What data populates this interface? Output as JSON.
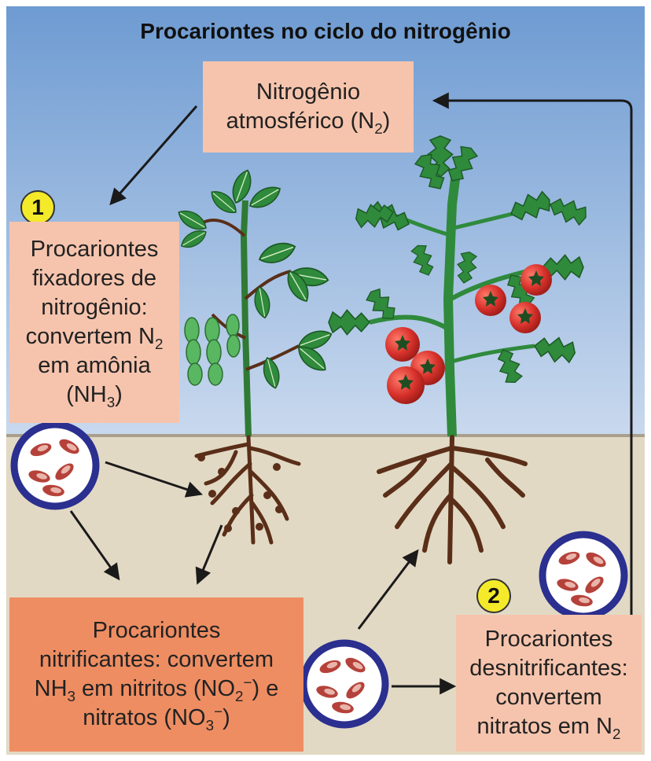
{
  "title": "Procariontes no ciclo do nitrogênio",
  "boxes": {
    "atmospheric": {
      "line1": "Nitrogênio",
      "line2_pre": "atmosférico (N",
      "line2_sub": "2",
      "line2_post": ")"
    },
    "fixers": {
      "line1": "Procariontes",
      "line2": "fixadores de",
      "line3": "nitrogênio:",
      "line4_pre": "convertem N",
      "line4_sub": "2",
      "line5": "em amônia",
      "line6_pre": "(NH",
      "line6_sub": "3",
      "line6_post": ")"
    },
    "nitrifiers": {
      "line1": "Procariontes",
      "line2": "nitrificantes: convertem",
      "line3_a": "NH",
      "line3_sub": "3",
      "line3_b": " em nitritos (NO",
      "line3_sub2": "2",
      "line3_sup2": "−",
      "line3_c": ") e",
      "line4_a": "nitratos (NO",
      "line4_sub": "3",
      "line4_sup": "−",
      "line4_b": ")"
    },
    "denitrifiers": {
      "line1": "Procariontes",
      "line2": "desnitrificantes:",
      "line3": "convertem",
      "line4_pre": "nitratos em N",
      "line4_sub": "2"
    }
  },
  "markers": {
    "one": "1",
    "two": "2"
  },
  "colors": {
    "sky_top": "#6e9bd2",
    "sky_bottom": "#c9d9ee",
    "soil": "#e2d9c4",
    "box_light": "#f6c4ad",
    "box_dark": "#ee8d62",
    "marker": "#f4ea2a",
    "circle_ring": "#2b2f8f",
    "bacteria": "#b5423a",
    "leaf": "#2f8a3c",
    "tomato": "#d8312b",
    "root": "#5a2e18"
  }
}
